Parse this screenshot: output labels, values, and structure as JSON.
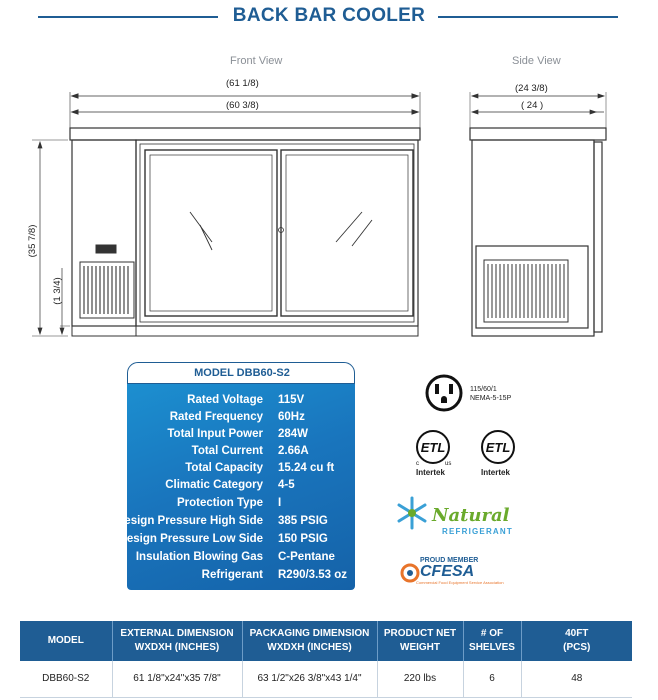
{
  "header": {
    "title": "BACK BAR COOLER"
  },
  "drawings": {
    "front_view_label": "Front View",
    "side_view_label": "Side View",
    "front_dims": {
      "overall_width": "(61 1/8)",
      "body_width": "(60 3/8)",
      "height": "(35 7/8)",
      "base_height": "(1 3/4)"
    },
    "side_dims": {
      "overall_depth": "(24 3/8)",
      "body_depth": "( 24 )"
    }
  },
  "spec_panel": {
    "header": "MODEL DBB60-S2",
    "rows": [
      {
        "label": "Rated  Voltage",
        "value": "115V"
      },
      {
        "label": "Rated  Frequency",
        "value": "60Hz"
      },
      {
        "label": "Total Input Power",
        "value": "284W"
      },
      {
        "label": "Total Current",
        "value": "2.66A"
      },
      {
        "label": "Total Capacity",
        "value": "15.24 cu ft"
      },
      {
        "label": "Climatic Category",
        "value": "4-5"
      },
      {
        "label": "Protection Type",
        "value": "I"
      },
      {
        "label": "Design Pressure High Side",
        "value": "385 PSIG"
      },
      {
        "label": "Design Pressure Low Side",
        "value": "150 PSIG"
      },
      {
        "label": "Insulation Blowing Gas",
        "value": "C-Pentane"
      },
      {
        "label": "Refrigerant",
        "value": "R290/3.53 oz"
      }
    ]
  },
  "badges": {
    "plug_line1": "115/60/1",
    "plug_line2": "NEMA-5-15P",
    "etl_label": "ETL",
    "etl_c": "c",
    "etl_us": "us",
    "intertek_1": "Intertek",
    "intertek_2": "Intertek",
    "natural_title": "Natural",
    "natural_sub": "REFRIGERANT",
    "cfesa_proud": "PROUD MEMBER",
    "cfesa_name": "CFESA",
    "cfesa_sub": "Commercial Food Equipment Service Association"
  },
  "summary_table": {
    "headers": [
      [
        "MODEL"
      ],
      [
        "EXTERNAL DIMENSION",
        "WXDXH (INCHES)"
      ],
      [
        "PACKAGING DIMENSION",
        "WXDXH (INCHES)"
      ],
      [
        "PRODUCT NET",
        "WEIGHT"
      ],
      [
        "# OF",
        "SHELVES"
      ],
      [
        "40FT",
        "(PCS)"
      ]
    ],
    "rows": [
      [
        "DBB60-S2",
        "61 1/8\"x24\"x35 7/8\"",
        "63 1/2\"x26 3/8\"x43 1/4\"",
        "220 lbs",
        "6",
        "48"
      ]
    ]
  },
  "colors": {
    "brand_blue": "#1f5d94",
    "panel_blue": "#1975bd",
    "cfesa_orange": "#e8742a",
    "natural_green": "#6aaa2c"
  }
}
